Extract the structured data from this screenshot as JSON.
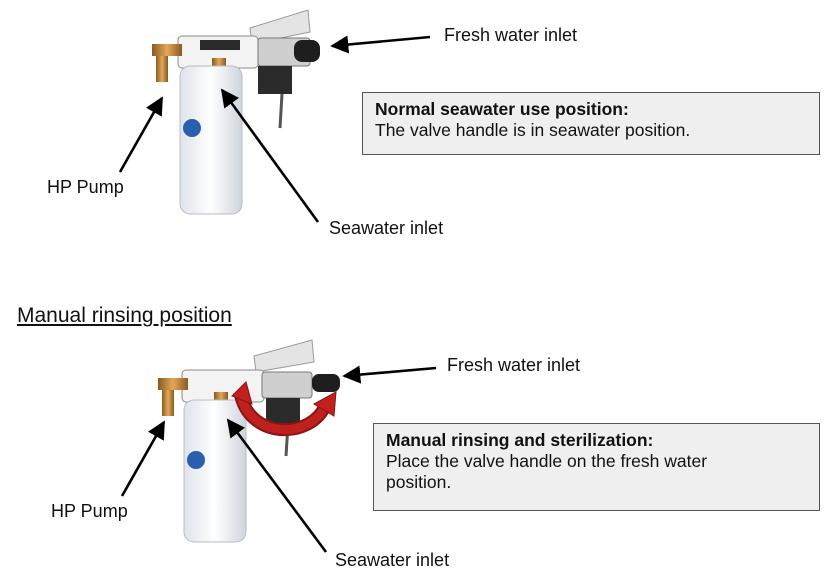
{
  "top": {
    "fresh_water_label": "Fresh water inlet",
    "hp_pump_label": "HP Pump",
    "seawater_label": "Seawater inlet",
    "info_title": "Normal seawater use position:",
    "info_text": "The valve handle is in seawater position."
  },
  "section_heading": "Manual rinsing position",
  "bottom": {
    "fresh_water_label": "Fresh water inlet",
    "hp_pump_label": "HP Pump",
    "seawater_label": "Seawater inlet",
    "info_title": "Manual rinsing and sterilization:",
    "info_text_line1": "Place the valve handle on the fresh water",
    "info_text_line2": "position."
  },
  "colors": {
    "arrow": "#000000",
    "rotation_arrow": "#c0201e",
    "box_fill": "#efefef",
    "brass": "#c48a3a"
  },
  "icons": {
    "rotation": "curved-rotation-arrow-icon",
    "valve": "filter-valve-assembly-icon"
  }
}
